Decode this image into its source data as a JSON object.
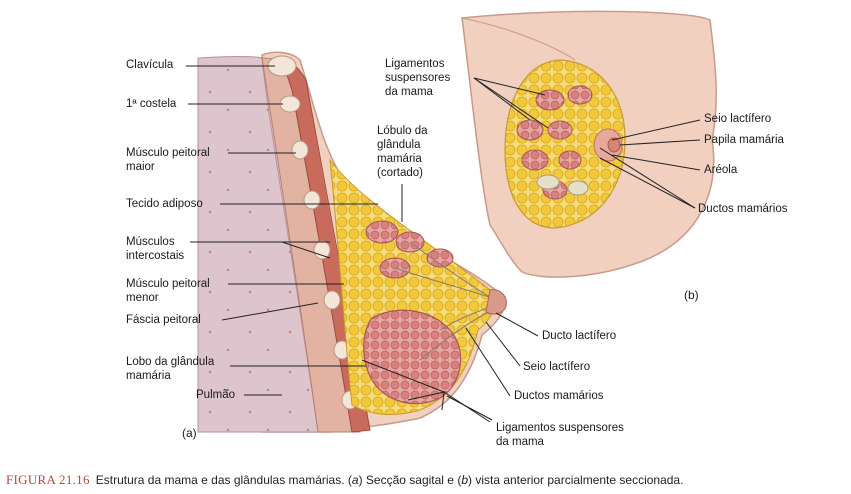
{
  "labels_a": {
    "clavicula": "Clavícula",
    "costela": "1ª costela",
    "peitoral_maior_1": "Músculo peitoral",
    "peitoral_maior_2": "maior",
    "tecido_adiposo": "Tecido adiposo",
    "intercostais_1": "Músculos",
    "intercostais_2": "intercostais",
    "peitoral_menor_1": "Músculo peitoral",
    "peitoral_menor_2": "menor",
    "fascia": "Fáscia peitoral",
    "lobo_1": "Lobo da glândula",
    "lobo_2": "mamária",
    "pulmao": "Pulmão",
    "lobulo_1": "Lóbulo da",
    "lobulo_2": "glândula",
    "lobulo_3": "mamária",
    "lobulo_4": "(cortado)",
    "ducto_lactifero": "Ducto lactífero",
    "seio_lactifero": "Seio lactífero",
    "ductos_mamarios": "Ductos mamários",
    "ligamentos_1": "Ligamentos suspensores",
    "ligamentos_2": "da mama",
    "panel": "(a)"
  },
  "labels_b": {
    "ligamentos_1": "Ligamentos",
    "ligamentos_2": "suspensores",
    "ligamentos_3": "da mama",
    "seio_lactifero": "Seio lactífero",
    "papila": "Papila mamária",
    "areola": "Aréola",
    "ductos_mamarios": "Ductos mamários",
    "panel": "(b)"
  },
  "caption": {
    "figure": "FIGURA 21.16",
    "text_1": "Estrutura da mama e das glândulas mamárias. (",
    "a": "a",
    "text_2": ") Secção sagital e (",
    "b": "b",
    "text_3": ") vista anterior parcialmente seccionada."
  },
  "colors": {
    "skin": "#f2d3c4",
    "lung": "#dcc3cc",
    "muscle": "#c86a5a",
    "fat": "#f3d24a",
    "gland": "#d98a8a",
    "caption_accent": "#b5473a"
  }
}
